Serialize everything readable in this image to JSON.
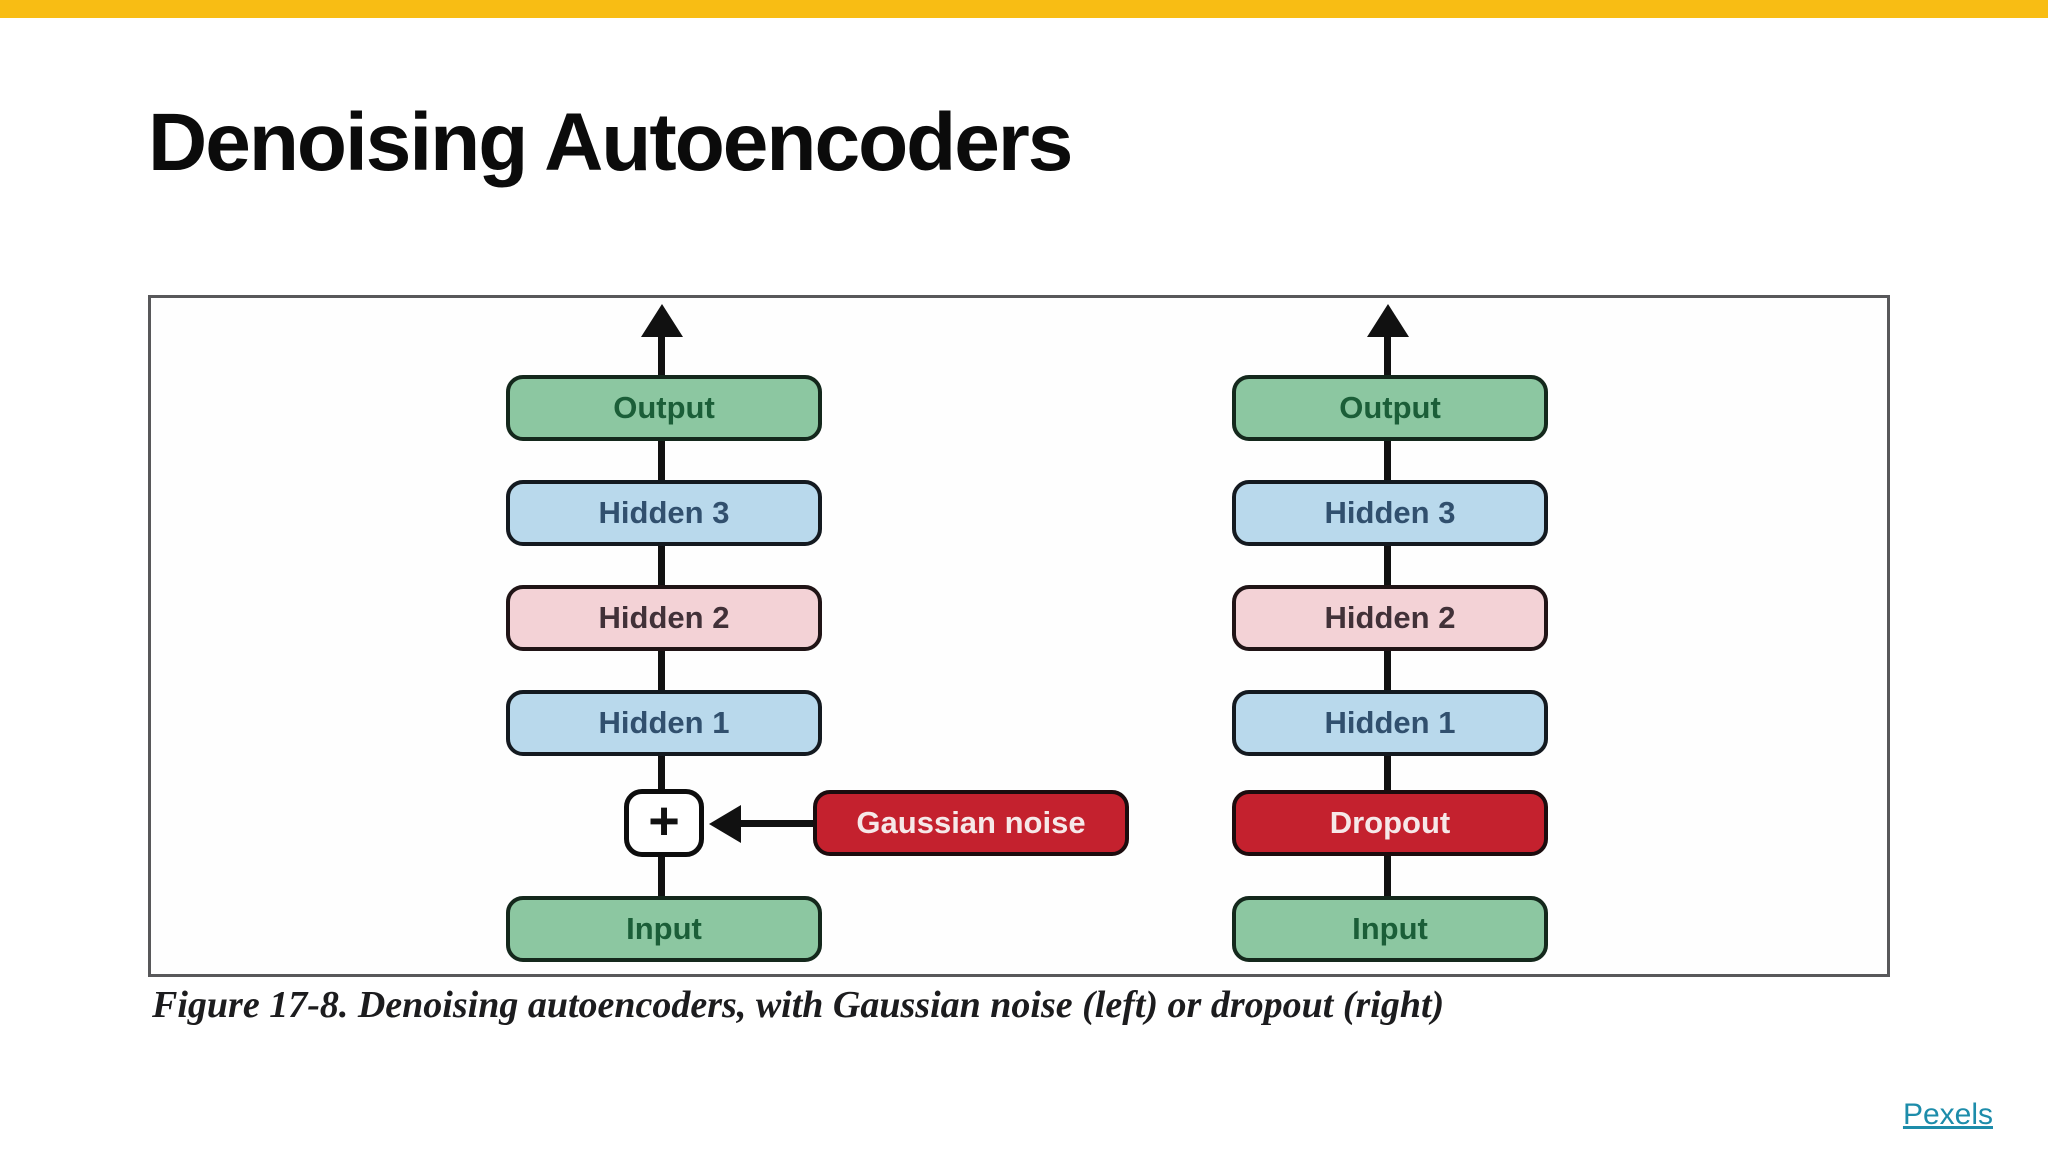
{
  "slide": {
    "title": "Denoising Autoencoders"
  },
  "figure": {
    "caption": "Figure 17-8. Denoising autoencoders, with Gaussian noise (left) or dropout (right)",
    "left_column": {
      "boxes": [
        {
          "label": "Output",
          "color": "green"
        },
        {
          "label": "Hidden 3",
          "color": "blue"
        },
        {
          "label": "Hidden 2",
          "color": "pink"
        },
        {
          "label": "Hidden 1",
          "color": "blue"
        },
        {
          "label": "Input",
          "color": "green"
        }
      ],
      "noise_node": {
        "label": "+"
      },
      "noise_source": {
        "label": "Gaussian noise",
        "color": "red"
      }
    },
    "right_column": {
      "boxes": [
        {
          "label": "Output",
          "color": "green"
        },
        {
          "label": "Hidden 3",
          "color": "blue"
        },
        {
          "label": "Hidden 2",
          "color": "pink"
        },
        {
          "label": "Hidden 1",
          "color": "blue"
        },
        {
          "label": "Input",
          "color": "green"
        }
      ],
      "noise_layer": {
        "label": "Dropout",
        "color": "red"
      }
    }
  },
  "footer": {
    "credit_link": "Pexels"
  },
  "palette": {
    "accent_bar": "#F8BD14",
    "box_green": "#8CC7A1",
    "box_blue": "#B9D9EC",
    "box_pink": "#F3D2D6",
    "box_red": "#C4212E",
    "connector_black": "#111111",
    "link_teal": "#1D8CAA"
  }
}
